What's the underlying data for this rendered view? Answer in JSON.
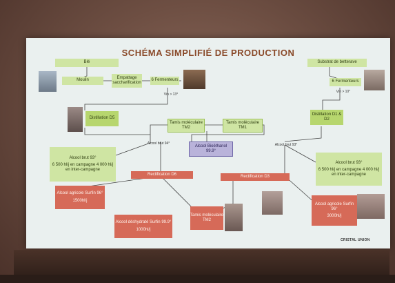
{
  "title": "SCHÉMA SIMPLIFIÉ DE PRODUCTION",
  "nodes": {
    "ble": "Blé",
    "moulin": "Moulin",
    "empattage": "Empattage saccharification",
    "fermenteurs6_left": "6 Fermenteurs",
    "vin13": "Vin > 13°",
    "distillation_d5": "Distillation D5",
    "tamis_tm2_top": "Tamis moléculaire TM2",
    "tamis_tm1": "Tamis moléculaire TM1",
    "alcool_bioethanol": "Alcool Bioéthanol 99.9°",
    "alcool_brut_left_arrow": "Alcool brut 94°",
    "alcool_brut_left": "Alcool brut 93°",
    "production_left": "6 500 hl/j en campagne 4 000 hl/j en inter-campagne",
    "rectif_d6": "Rectification D6",
    "rectif_d3": "Rectification D3",
    "alcool_agricole_left": "Alcool agricole Surfin 96°",
    "alcool_agricole_left_qty": "1500hl/j",
    "alcool_deshydrate": "Alcool déshydraté Surfin 99.9°",
    "alcool_deshydrate_qty": "1000hl/j",
    "tamis_tm2_bottom": "Tamis moléculaire TM2",
    "substrat": "Substrat de betterave",
    "fermenteurs6_right": "6 Fermenteurs",
    "vin10": "Vin > 10°",
    "distillation_d1d2": "Distillation D1 & D2",
    "alcool_brut_right_arrow": "Alcool brut 93°",
    "alcool_brut_right": "Alcool brut 93°",
    "production_right": "6 500 hl/j en campagne 4 000 hl/j en inter-campagne",
    "alcool_agricole_right": "Alcool agricole Surfin 96°",
    "alcool_agricole_right_qty": "3000hl/j"
  },
  "brand": "CRISTAL UNION",
  "colors": {
    "green": "#b7d66e",
    "light_green": "#cfe5a3",
    "red": "#d66a58",
    "purple": "#b9b3da",
    "title": "#8a4a2a"
  }
}
